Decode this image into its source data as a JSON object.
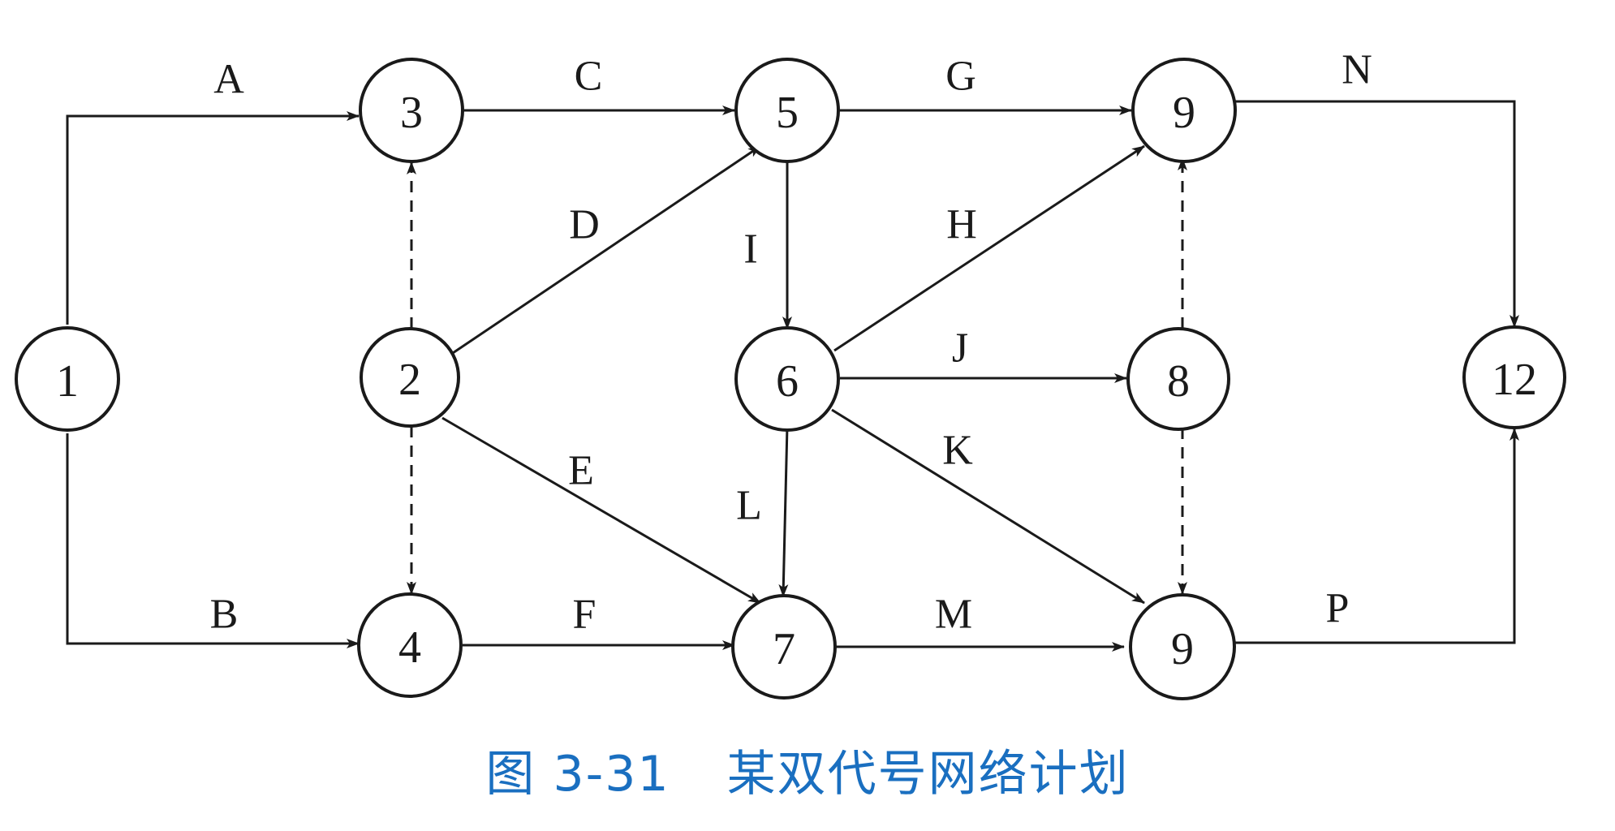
{
  "caption": {
    "number": "图 3-31",
    "title": "某双代号网络计划"
  },
  "colors": {
    "line": "#1a1a1a",
    "caption": "#1a6fc0"
  },
  "nodes": [
    {
      "id": "n1",
      "label": "1"
    },
    {
      "id": "n2",
      "label": "2"
    },
    {
      "id": "n3",
      "label": "3"
    },
    {
      "id": "n4",
      "label": "4"
    },
    {
      "id": "n5",
      "label": "5"
    },
    {
      "id": "n6",
      "label": "6"
    },
    {
      "id": "n7",
      "label": "7"
    },
    {
      "id": "n8",
      "label": "8"
    },
    {
      "id": "n9a",
      "label": "9"
    },
    {
      "id": "n9b",
      "label": "9"
    },
    {
      "id": "n12",
      "label": "12"
    }
  ],
  "edges": [
    {
      "id": "A",
      "label": "A",
      "from": "n1",
      "to": "n3",
      "dashed": false
    },
    {
      "id": "B",
      "label": "B",
      "from": "n1",
      "to": "n4",
      "dashed": false
    },
    {
      "id": "C",
      "label": "C",
      "from": "n3",
      "to": "n5",
      "dashed": false
    },
    {
      "id": "D",
      "label": "D",
      "from": "n2",
      "to": "n5",
      "dashed": false
    },
    {
      "id": "E",
      "label": "E",
      "from": "n2",
      "to": "n7",
      "dashed": false
    },
    {
      "id": "F",
      "label": "F",
      "from": "n4",
      "to": "n7",
      "dashed": false
    },
    {
      "id": "G",
      "label": "G",
      "from": "n5",
      "to": "n9a",
      "dashed": false
    },
    {
      "id": "H",
      "label": "H",
      "from": "n6",
      "to": "n9a",
      "dashed": false
    },
    {
      "id": "I",
      "label": "I",
      "from": "n5",
      "to": "n6",
      "dashed": false
    },
    {
      "id": "J",
      "label": "J",
      "from": "n6",
      "to": "n8",
      "dashed": false
    },
    {
      "id": "K",
      "label": "K",
      "from": "n6",
      "to": "n9b",
      "dashed": false
    },
    {
      "id": "L",
      "label": "L",
      "from": "n6",
      "to": "n7",
      "dashed": false
    },
    {
      "id": "M",
      "label": "M",
      "from": "n7",
      "to": "n9b",
      "dashed": false
    },
    {
      "id": "N",
      "label": "N",
      "from": "n9a",
      "to": "n12",
      "dashed": false
    },
    {
      "id": "P",
      "label": "P",
      "from": "n9b",
      "to": "n12",
      "dashed": false
    },
    {
      "id": "d23",
      "label": "",
      "from": "n2",
      "to": "n3",
      "dashed": true
    },
    {
      "id": "d24",
      "label": "",
      "from": "n2",
      "to": "n4",
      "dashed": true
    },
    {
      "id": "d89a",
      "label": "",
      "from": "n8",
      "to": "n9a",
      "dashed": true
    },
    {
      "id": "d89b",
      "label": "",
      "from": "n8",
      "to": "n9b",
      "dashed": true
    }
  ]
}
